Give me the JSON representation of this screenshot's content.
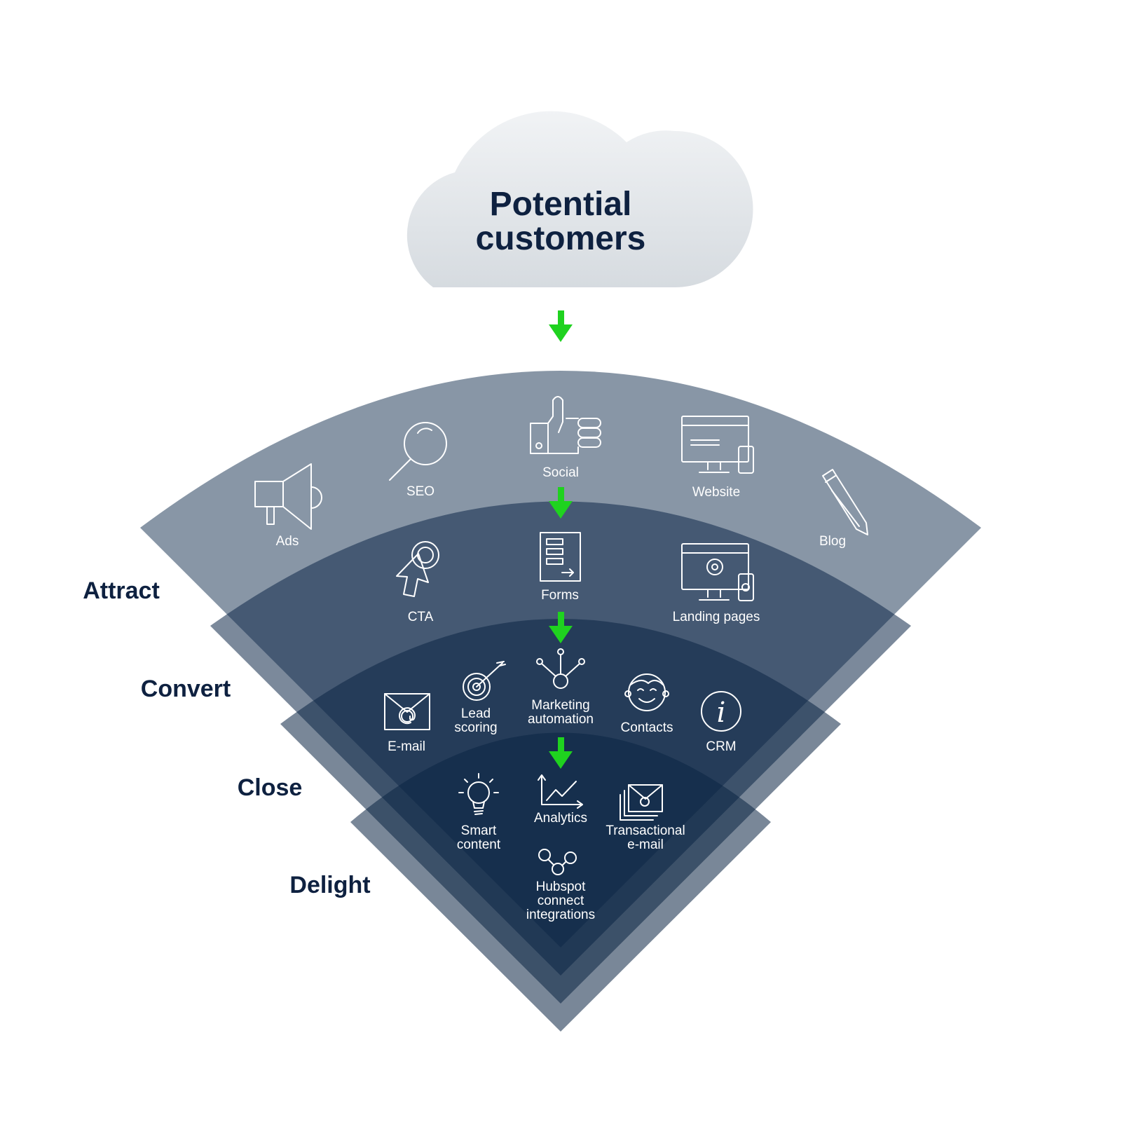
{
  "cloud": {
    "line1": "Potential",
    "line2": "customers"
  },
  "stages": {
    "attract": "Attract",
    "convert": "Convert",
    "close": "Close",
    "delight": "Delight"
  },
  "tools": {
    "ads": "Ads",
    "seo": "SEO",
    "social": "Social",
    "website": "Website",
    "blog": "Blog",
    "cta": "CTA",
    "forms": "Forms",
    "landing_pages": "Landing pages",
    "email": "E-mail",
    "lead_scoring": [
      "Lead",
      "scoring"
    ],
    "marketing_automation": [
      "Marketing",
      "automation"
    ],
    "contacts": "Contacts",
    "crm": "CRM",
    "smart_content": [
      "Smart",
      "content"
    ],
    "analytics": "Analytics",
    "transactional_email": [
      "Transactional",
      "e-mail"
    ],
    "hubspot": [
      "Hubspot",
      "connect",
      "integrations"
    ]
  },
  "colors": {
    "arrow": "#1fd21f",
    "attract_fill": "#6e7f93",
    "convert_fill": "#2f4662",
    "close_fill": "#1a3150",
    "delight_fill": "#0e2644",
    "text_dark": "#0e2140"
  }
}
